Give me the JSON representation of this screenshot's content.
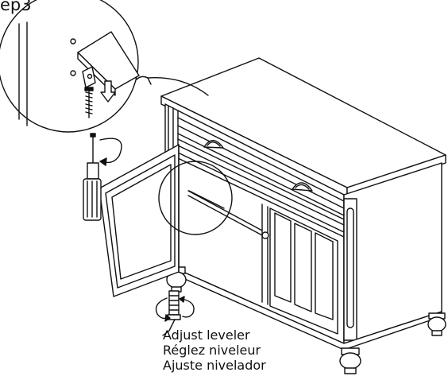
{
  "step_label": "ep3",
  "captions": {
    "en": "Adjust leveler",
    "fr": "Réglez niveleur",
    "es": "Ajuste nivelador"
  }
}
